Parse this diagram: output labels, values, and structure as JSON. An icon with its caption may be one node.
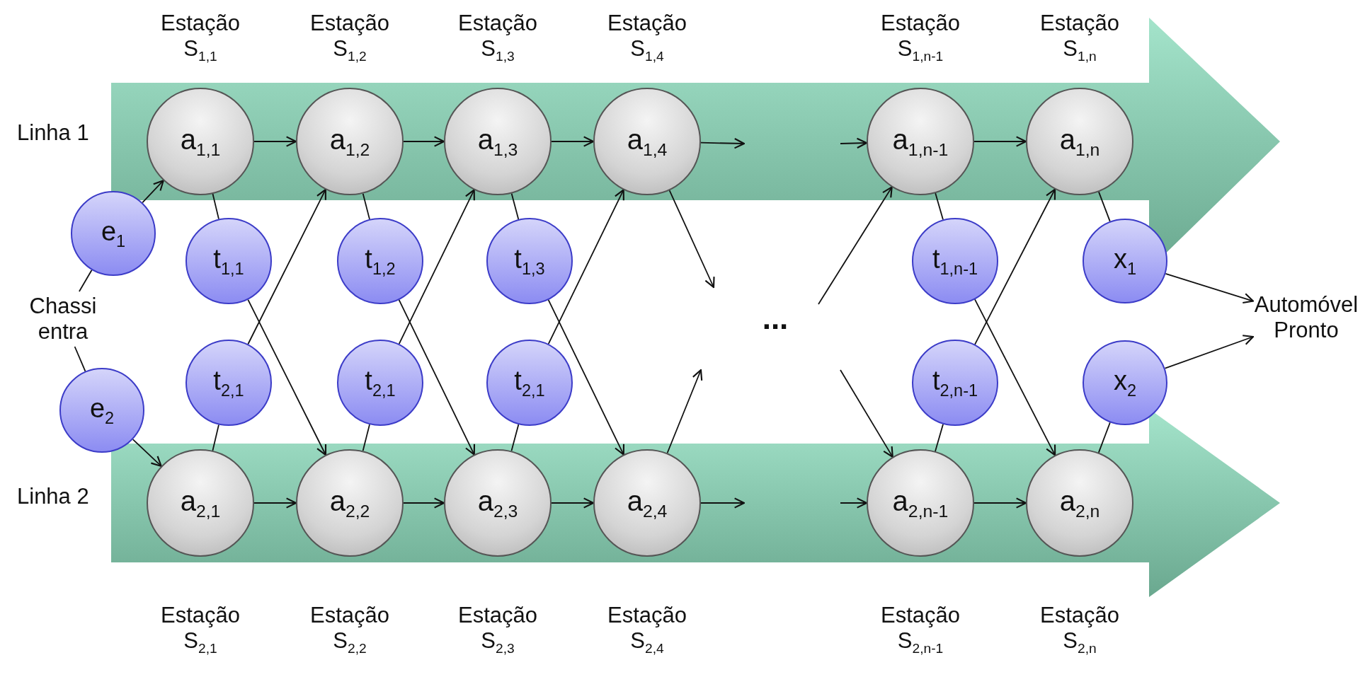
{
  "diagram": {
    "nodes": [
      {
        "text": [
          "Linha 1"
        ]
      },
      {
        "text": [
          "a$_{1,1}$"
        ],
        "in": 0,
        "beside": [
          "Estação S$_{1,1}$"
        ]
      },
      {
        "text": [
          "a$_{1,2}$"
        ],
        "in": 0,
        "beside": [
          "Estação S$_{1,2}$"
        ]
      },
      {
        "text": [
          "a$_{1,3}$"
        ],
        "in": 0,
        "beside": [
          "Estação S$_{1,3}$"
        ]
      },
      {
        "text": [
          "a$_{1,4}$"
        ],
        "in": 0,
        "beside": [
          "Estação S$_{1,4}$"
        ]
      },
      {
        "text": [
          "a$_{1,n-1}$"
        ],
        "in": 0,
        "beside": [
          "Estação S$_{1,n-1}$"
        ]
      },
      {
        "text": [
          "a$_{1,n}$"
        ],
        "in": 0,
        "beside": [
          "Estação S$_{1,n}$"
        ]
      },
      {
        "text": [
          "Linha 2"
        ]
      },
      {
        "text": [
          "a$_{2,1}$"
        ],
        "in": 7,
        "beside": [
          "Estação S$_{2,1}$"
        ]
      },
      {
        "text": [
          "a$_{2,2}$"
        ],
        "in": 7,
        "beside": [
          "Estação S$_{2,2}$"
        ]
      },
      {
        "text": [
          "a$_{2,3}$"
        ],
        "in": 7,
        "beside": [
          "Estação S$_{2,3}$"
        ]
      },
      {
        "text": [
          "a$_{2,4}$"
        ],
        "in": 7,
        "beside": [
          "Estação S$_{2,4}$"
        ]
      },
      {
        "text": [
          "a$_{2,n-1}$"
        ],
        "in": 7,
        "beside": [
          "Estação S$_{2,n-1}$"
        ]
      },
      {
        "text": [
          "a$_{2,n}$"
        ],
        "in": 7,
        "beside": [
          "Estação S$_{2,n}$"
        ]
      },
      {
        "text": [
          "e$_{1}$"
        ]
      },
      {
        "text": [
          "e$_{2}$"
        ]
      },
      {
        "text": [
          "t$_{1,1}$"
        ]
      },
      {
        "text": [
          "t$_{1,2}$"
        ]
      },
      {
        "text": [
          "t$_{1,3}$"
        ]
      },
      {
        "text": [
          "t$_{1,n-1}$"
        ]
      },
      {
        "text": [
          "t$_{2,1}$"
        ]
      },
      {
        "text": [
          "t$_{2,1}$"
        ]
      },
      {
        "text": [
          "t$_{2,1}$"
        ]
      },
      {
        "text": [
          "t$_{2,n-1}$"
        ]
      },
      {
        "text": [
          "x$_{1}$"
        ]
      },
      {
        "text": [
          "x$_{2}$"
        ]
      },
      {
        "text": [
          "Chassi entra"
        ]
      },
      {
        "text": [
          "Automóvel Pronto"
        ]
      }
    ],
    "edges": [
      {
        "from": 26,
        "to": 14,
        "arrow": "none"
      },
      {
        "from": 26,
        "to": 15,
        "arrow": "none"
      },
      {
        "from": 14,
        "to": 1,
        "arrow": "to"
      },
      {
        "from": 15,
        "to": 8,
        "arrow": "to"
      },
      {
        "from": 1,
        "to": 2,
        "arrow": "to"
      },
      {
        "from": 2,
        "to": 3,
        "arrow": "to"
      },
      {
        "from": 3,
        "to": 4,
        "arrow": "to"
      },
      {
        "from": 4,
        "to": null,
        "arrow": "to"
      },
      {
        "from": null,
        "to": 5,
        "arrow": "to"
      },
      {
        "from": 5,
        "to": 6,
        "arrow": "to"
      },
      {
        "from": 8,
        "to": 9,
        "arrow": "to"
      },
      {
        "from": 9,
        "to": 10,
        "arrow": "to"
      },
      {
        "from": 10,
        "to": 11,
        "arrow": "to"
      },
      {
        "from": 11,
        "to": null,
        "arrow": "to"
      },
      {
        "from": null,
        "to": 12,
        "arrow": "to"
      },
      {
        "from": 12,
        "to": 13,
        "arrow": "to"
      },
      {
        "from": 1,
        "to": 16,
        "arrow": "none"
      },
      {
        "from": 16,
        "to": 9,
        "arrow": "to"
      },
      {
        "from": 8,
        "to": 20,
        "arrow": "none"
      },
      {
        "from": 20,
        "to": 2,
        "arrow": "to"
      },
      {
        "from": 2,
        "to": 17,
        "arrow": "none"
      },
      {
        "from": 17,
        "to": 10,
        "arrow": "to"
      },
      {
        "from": 9,
        "to": 21,
        "arrow": "none"
      },
      {
        "from": 21,
        "to": 3,
        "arrow": "to"
      },
      {
        "from": 3,
        "to": 18,
        "arrow": "none"
      },
      {
        "from": 18,
        "to": 11,
        "arrow": "to"
      },
      {
        "from": 10,
        "to": 22,
        "arrow": "none"
      },
      {
        "from": 22,
        "to": 4,
        "arrow": "to"
      },
      {
        "from": 4,
        "to": null,
        "arrow": "to"
      },
      {
        "from": 11,
        "to": null,
        "arrow": "to"
      },
      {
        "from": null,
        "to": 5,
        "arrow": "to"
      },
      {
        "from": null,
        "to": 12,
        "arrow": "to"
      },
      {
        "from": 5,
        "to": 19,
        "arrow": "none"
      },
      {
        "from": 19,
        "to": 13,
        "arrow": "to"
      },
      {
        "from": 12,
        "to": 23,
        "arrow": "none"
      },
      {
        "from": 23,
        "to": 6,
        "arrow": "to"
      },
      {
        "from": 6,
        "to": 24,
        "arrow": "none"
      },
      {
        "from": 24,
        "to": 27,
        "arrow": "to"
      },
      {
        "from": 13,
        "to": 25,
        "arrow": "none"
      },
      {
        "from": 25,
        "to": 27,
        "arrow": "to"
      }
    ],
    "labels": [
      "..."
    ]
  }
}
